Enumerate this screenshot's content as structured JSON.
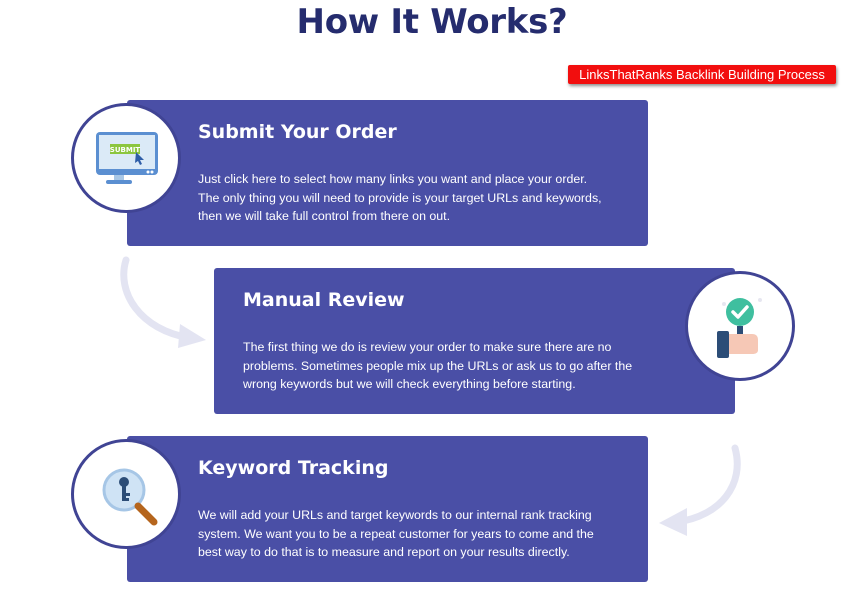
{
  "page": {
    "title": "How It Works?",
    "badge": "LinksThatRanks Backlink Building Process"
  },
  "steps": [
    {
      "title": "Submit Your Order",
      "icon": "monitor-submit-icon",
      "icon_label": "SUBMIT",
      "lines": [
        "Just click here to select how many links you want and place your order.",
        "The only thing you will need to provide is your target URLs and keywords,",
        "then we will take full control from there on out."
      ]
    },
    {
      "title": "Manual Review",
      "icon": "hand-checkmark-icon",
      "lines": [
        "The first thing we do is review your order to make sure there are no",
        "problems. Sometimes people mix up the URLs or  ask us to go after the",
        "wrong keywords but we will check everything before starting."
      ]
    },
    {
      "title": "Keyword Tracking",
      "icon": "key-magnifier-icon",
      "lines": [
        "We will add your URLs and target keywords to our internal rank tracking",
        "system. We want you to be a repeat customer for years to come and the",
        "best way to do that is to measure and report on your results directly."
      ]
    }
  ],
  "colors": {
    "card": "#4a4fa6",
    "title": "#252c6e",
    "badge": "#f20e0e",
    "ring": "#404494",
    "connector": "#e3e4f2"
  }
}
